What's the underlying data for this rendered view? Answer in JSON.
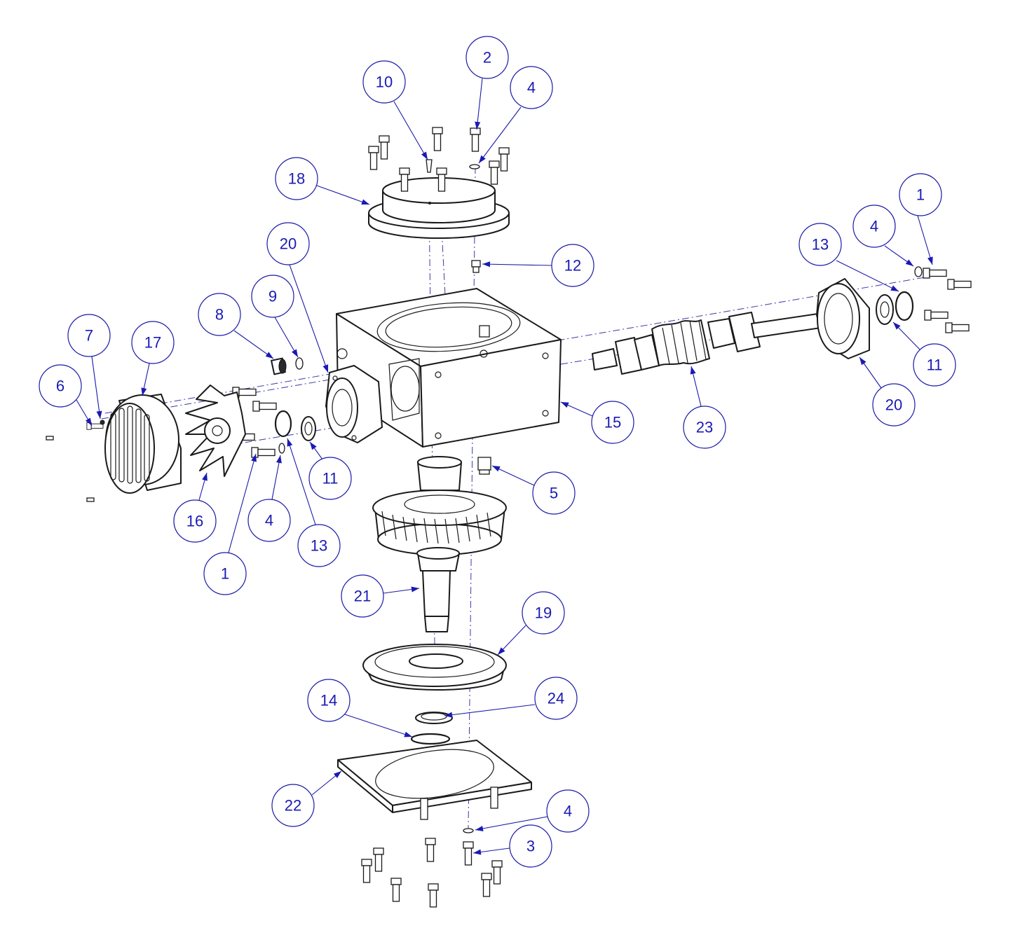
{
  "callouts": [
    {
      "label": "2"
    },
    {
      "label": "10"
    },
    {
      "label": "4"
    },
    {
      "label": "18"
    },
    {
      "label": "1"
    },
    {
      "label": "4"
    },
    {
      "label": "13"
    },
    {
      "label": "12"
    },
    {
      "label": "20"
    },
    {
      "label": "9"
    },
    {
      "label": "8"
    },
    {
      "label": "7"
    },
    {
      "label": "17"
    },
    {
      "label": "6"
    },
    {
      "label": "11"
    },
    {
      "label": "20"
    },
    {
      "label": "15"
    },
    {
      "label": "23"
    },
    {
      "label": "11"
    },
    {
      "label": "5"
    },
    {
      "label": "16"
    },
    {
      "label": "4"
    },
    {
      "label": "13"
    },
    {
      "label": "1"
    },
    {
      "label": "21"
    },
    {
      "label": "19"
    },
    {
      "label": "24"
    },
    {
      "label": "14"
    },
    {
      "label": "22"
    },
    {
      "label": "4"
    },
    {
      "label": "3"
    }
  ],
  "colors": {
    "callout": "#1a1ab4",
    "linework": "#1a1a1a",
    "axis": "#3a3aa8"
  }
}
